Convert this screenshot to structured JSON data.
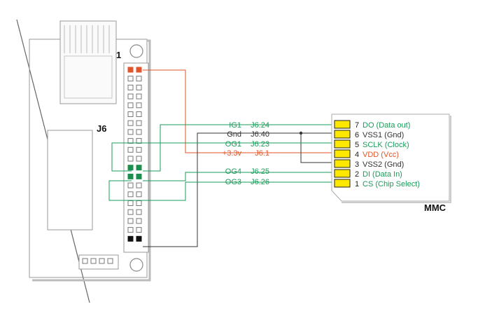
{
  "board": {
    "header_label": "J6",
    "pin1_label": "1"
  },
  "colors": {
    "green": "#1a9b5a",
    "red": "#e2552a",
    "black": "#333333",
    "pad_yellow": "#ffe800",
    "pin_green": "#1a8f4e",
    "pin_red": "#e2552a",
    "pin_black": "#111111"
  },
  "connections": [
    {
      "signal": "IG1",
      "pin": "J6.24",
      "color": "green"
    },
    {
      "signal": "Gnd",
      "pin": "J6.40",
      "color": "black"
    },
    {
      "signal": "OG1",
      "pin": "J6.23",
      "color": "green"
    },
    {
      "signal": "+3.3v",
      "pin": "J6.1",
      "color": "red"
    },
    {
      "signal": "OG4",
      "pin": "J6.25",
      "color": "green"
    },
    {
      "signal": "OG3",
      "pin": "J6.26",
      "color": "green"
    }
  ],
  "mmc": {
    "title": "MMC",
    "pins": [
      {
        "num": "7",
        "name": "DO (Data out)",
        "color": "green"
      },
      {
        "num": "6",
        "name": "VSS1 (Gnd)",
        "color": "black"
      },
      {
        "num": "5",
        "name": "SCLK (Clock)",
        "color": "green"
      },
      {
        "num": "4",
        "name": "VDD (Vcc)",
        "color": "red"
      },
      {
        "num": "3",
        "name": "VSS2 (Gnd)",
        "color": "black"
      },
      {
        "num": "2",
        "name": "DI (Data In)",
        "color": "green"
      },
      {
        "num": "1",
        "name": "CS (Chip Select)",
        "color": "green"
      }
    ]
  }
}
